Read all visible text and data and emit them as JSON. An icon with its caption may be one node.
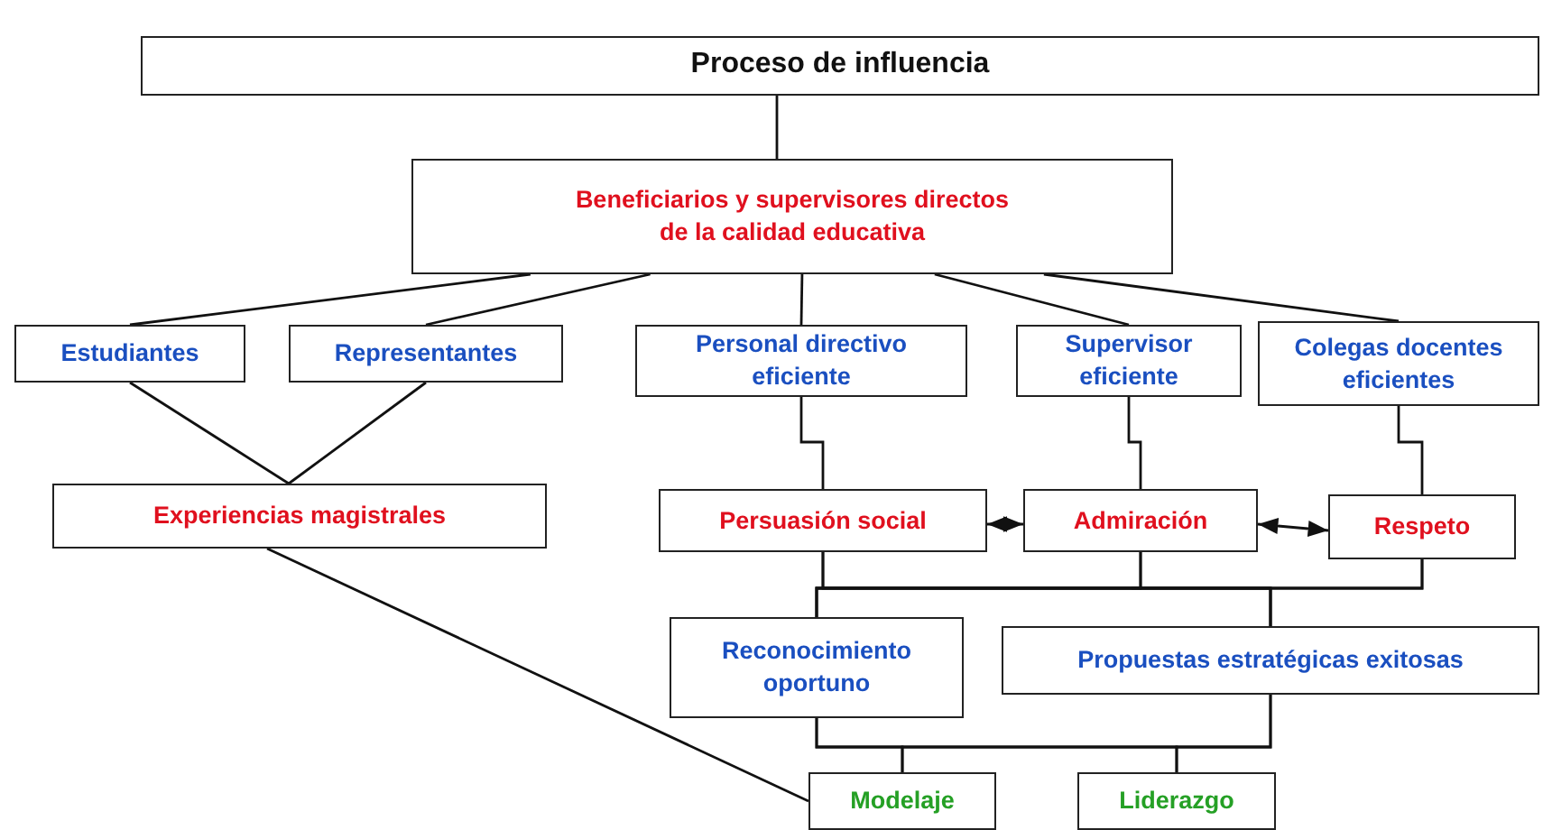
{
  "diagram": {
    "nodes": [
      {
        "text": [
          "Proceso de influencia"
        ]
      },
      {
        "text": [
          "Beneficiarios y supervisores directos de la calidad educativa"
        ]
      },
      {
        "text": [
          "Estudiantes"
        ]
      },
      {
        "text": [
          "Representantes"
        ]
      },
      {
        "text": [
          "Personal directivo eficiente"
        ]
      },
      {
        "text": [
          "Supervisor eficiente"
        ]
      },
      {
        "text": [
          "Colegas docentes eficientes"
        ]
      },
      {
        "text": [
          "Experiencias magistrales"
        ]
      },
      {
        "text": [
          "Persuasión social"
        ]
      },
      {
        "text": [
          "Admiración"
        ]
      },
      {
        "text": [
          "Respeto"
        ]
      },
      {
        "text": [
          "Reconocimiento oportuno"
        ]
      },
      {
        "text": [
          "Propuestas estratégicas exitosas"
        ]
      },
      {
        "text": [
          "Modelaje"
        ]
      },
      {
        "text": [
          "Liderazgo"
        ]
      }
    ],
    "edges": [
      {
        "from": 0,
        "to": 1,
        "arrow": "none"
      },
      {
        "from": 1,
        "to": 2,
        "arrow": "none"
      },
      {
        "from": 1,
        "to": 3,
        "arrow": "none"
      },
      {
        "from": 1,
        "to": 4,
        "arrow": "none"
      },
      {
        "from": 1,
        "to": 5,
        "arrow": "none"
      },
      {
        "from": 1,
        "to": 6,
        "arrow": "none"
      },
      {
        "from": 2,
        "to": 7,
        "arrow": "none"
      },
      {
        "from": 3,
        "to": 7,
        "arrow": "none"
      },
      {
        "from": 4,
        "to": 8,
        "arrow": "none"
      },
      {
        "from": 5,
        "to": 9,
        "arrow": "none"
      },
      {
        "from": 6,
        "to": 10,
        "arrow": "none"
      },
      {
        "from": 8,
        "to": 9,
        "arrow": "both"
      },
      {
        "from": 9,
        "to": 10,
        "arrow": "both"
      },
      {
        "from": 8,
        "to": 11,
        "arrow": "none"
      },
      {
        "from": 8,
        "to": 12,
        "arrow": "none"
      },
      {
        "from": 9,
        "to": 11,
        "arrow": "none"
      },
      {
        "from": 9,
        "to": 12,
        "arrow": "none"
      },
      {
        "from": 10,
        "to": 11,
        "arrow": "none"
      },
      {
        "from": 10,
        "to": 12,
        "arrow": "none"
      },
      {
        "from": 11,
        "to": 13,
        "arrow": "none"
      },
      {
        "from": 11,
        "to": 14,
        "arrow": "none"
      },
      {
        "from": 12,
        "to": 13,
        "arrow": "none"
      },
      {
        "from": 12,
        "to": 14,
        "arrow": "none"
      },
      {
        "from": 7,
        "to": 13,
        "arrow": "none"
      }
    ]
  }
}
